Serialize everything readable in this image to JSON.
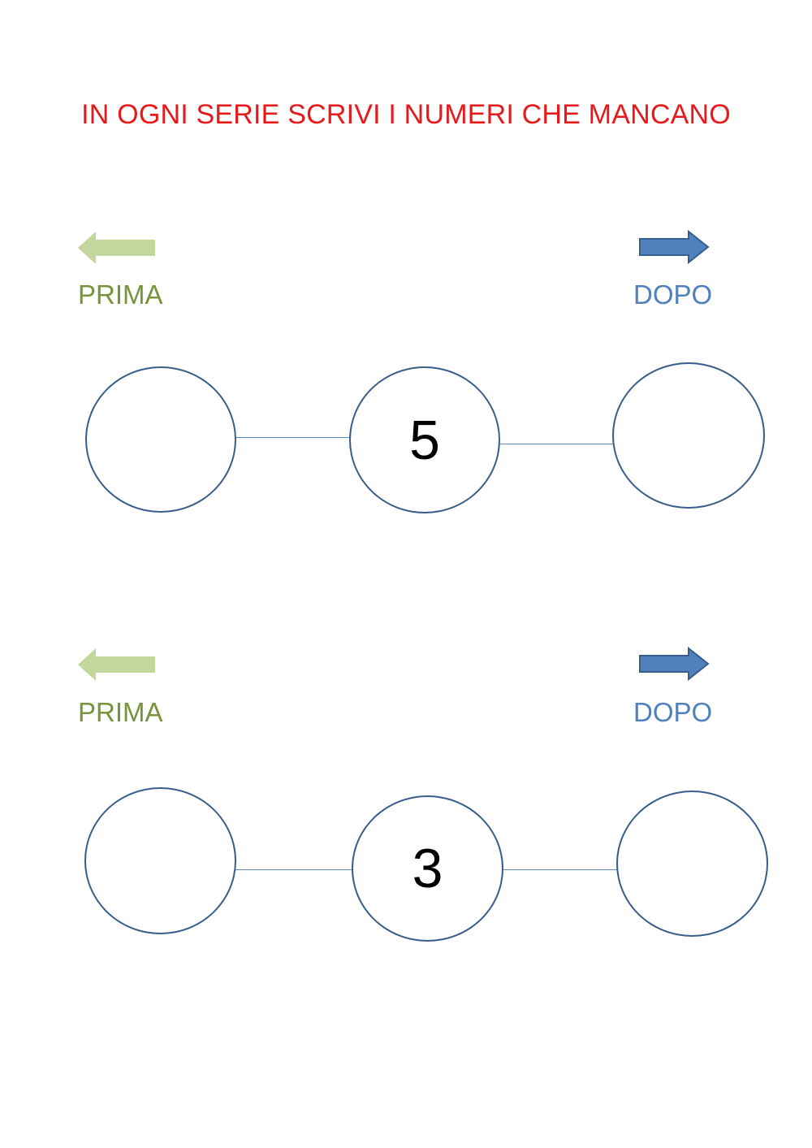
{
  "title": "IN OGNI SERIE SCRIVI I NUMERI CHE MANCANO",
  "colors": {
    "title": "#e8191b",
    "prima": "#77933c",
    "prima_arrow": "#c3d69b",
    "dopo": "#4f81bd",
    "dopo_arrow_fill": "#4f81bd",
    "dopo_arrow_stroke": "#385d8a",
    "circle_border": "#3a5e8c"
  },
  "icons": {
    "prima": "left-arrow-icon",
    "dopo": "right-arrow-icon"
  },
  "series": [
    {
      "prima_label": "PRIMA",
      "dopo_label": "DOPO",
      "before_value": "",
      "center_value": "5",
      "after_value": ""
    },
    {
      "prima_label": "PRIMA",
      "dopo_label": "DOPO",
      "before_value": "",
      "center_value": "3",
      "after_value": ""
    }
  ]
}
